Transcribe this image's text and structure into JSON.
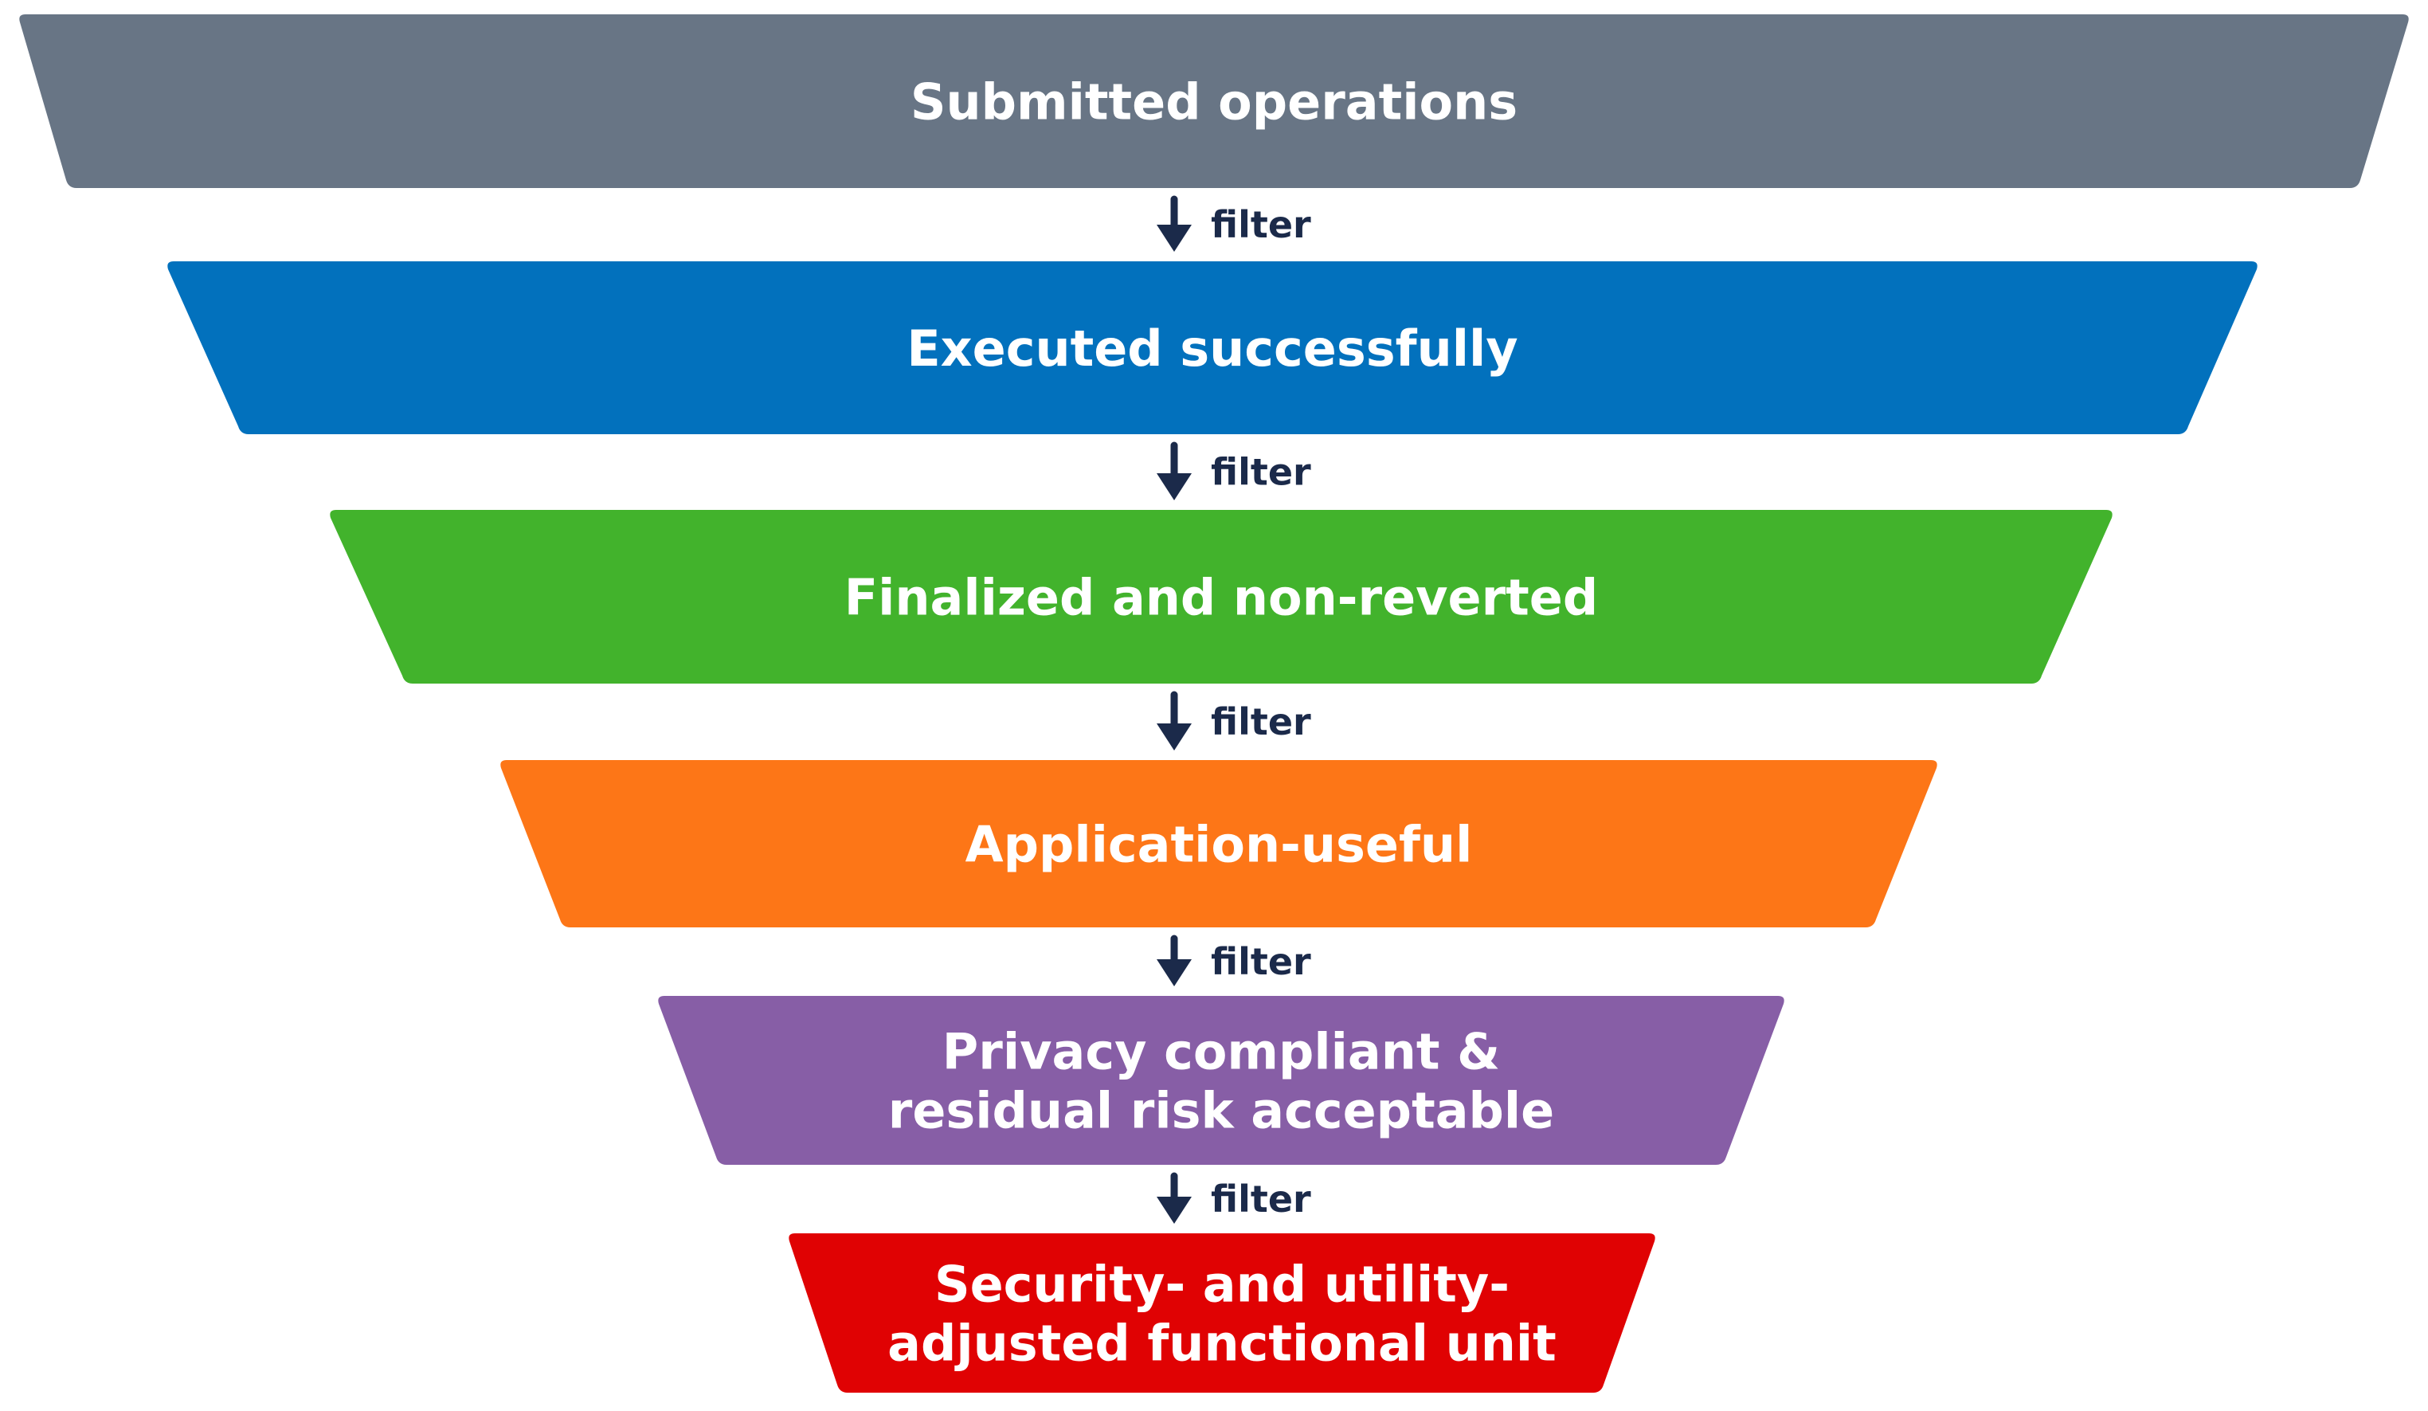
{
  "diagram": {
    "type": "funnel",
    "stages": [
      {
        "lines": [
          "Submitted operations"
        ],
        "color": "#687585"
      },
      {
        "lines": [
          "Executed successfully"
        ],
        "color": "#0271bd"
      },
      {
        "lines": [
          "Finalized and non-reverted"
        ],
        "color": "#42b32c"
      },
      {
        "lines": [
          "Application-useful"
        ],
        "color": "#fd7617"
      },
      {
        "lines": [
          "Privacy compliant &",
          "residual risk acceptable"
        ],
        "color": "#875ea6"
      },
      {
        "lines": [
          "Security- and utility-",
          "adjusted functional unit"
        ],
        "color": "#e00203"
      }
    ],
    "connectors": [
      {
        "label": "filter"
      },
      {
        "label": "filter"
      },
      {
        "label": "filter"
      },
      {
        "label": "filter"
      },
      {
        "label": "filter"
      }
    ],
    "arrow_color": "#1b2a4a"
  }
}
